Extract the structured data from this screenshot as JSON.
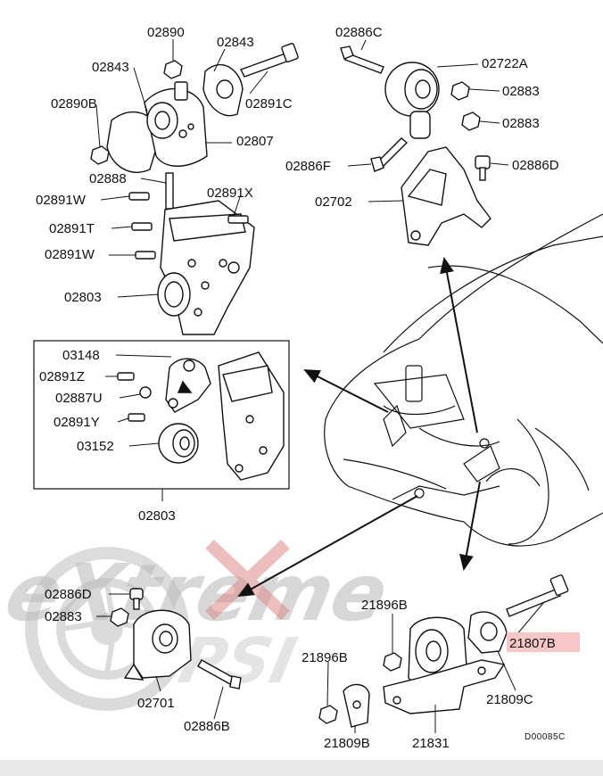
{
  "watermark": {
    "brand": "eXtreme",
    "sub": "PSI"
  },
  "highlight_color": "#f7c7c7",
  "ref_code": "D00085C",
  "parts": {
    "p02890": "02890",
    "p02843a": "02843",
    "p02843b": "02843",
    "p02890B": "02890B",
    "p02891C": "02891C",
    "p02807": "02807",
    "p02888": "02888",
    "p02891W_a": "02891W",
    "p02891X": "02891X",
    "p02891T": "02891T",
    "p02891W_b": "02891W",
    "p02803": "02803",
    "p02886C": "02886C",
    "p02722A": "02722A",
    "p02883_a": "02883",
    "p02883_b": "02883",
    "p02886F": "02886F",
    "p02886D": "02886D",
    "p02702": "02702",
    "p03148": "03148",
    "p02891Z": "02891Z",
    "p02887U": "02887U",
    "p02891Y": "02891Y",
    "p03152": "03152",
    "p02803_box": "02803",
    "p02886D_b": "02886D",
    "p02883_c": "02883",
    "p02701": "02701",
    "p02886B": "02886B",
    "p21896B_a": "21896B",
    "p21896B_b": "21896B",
    "p21807B": "21807B",
    "p21809C": "21809C",
    "p21809B": "21809B",
    "p21831": "21831"
  }
}
